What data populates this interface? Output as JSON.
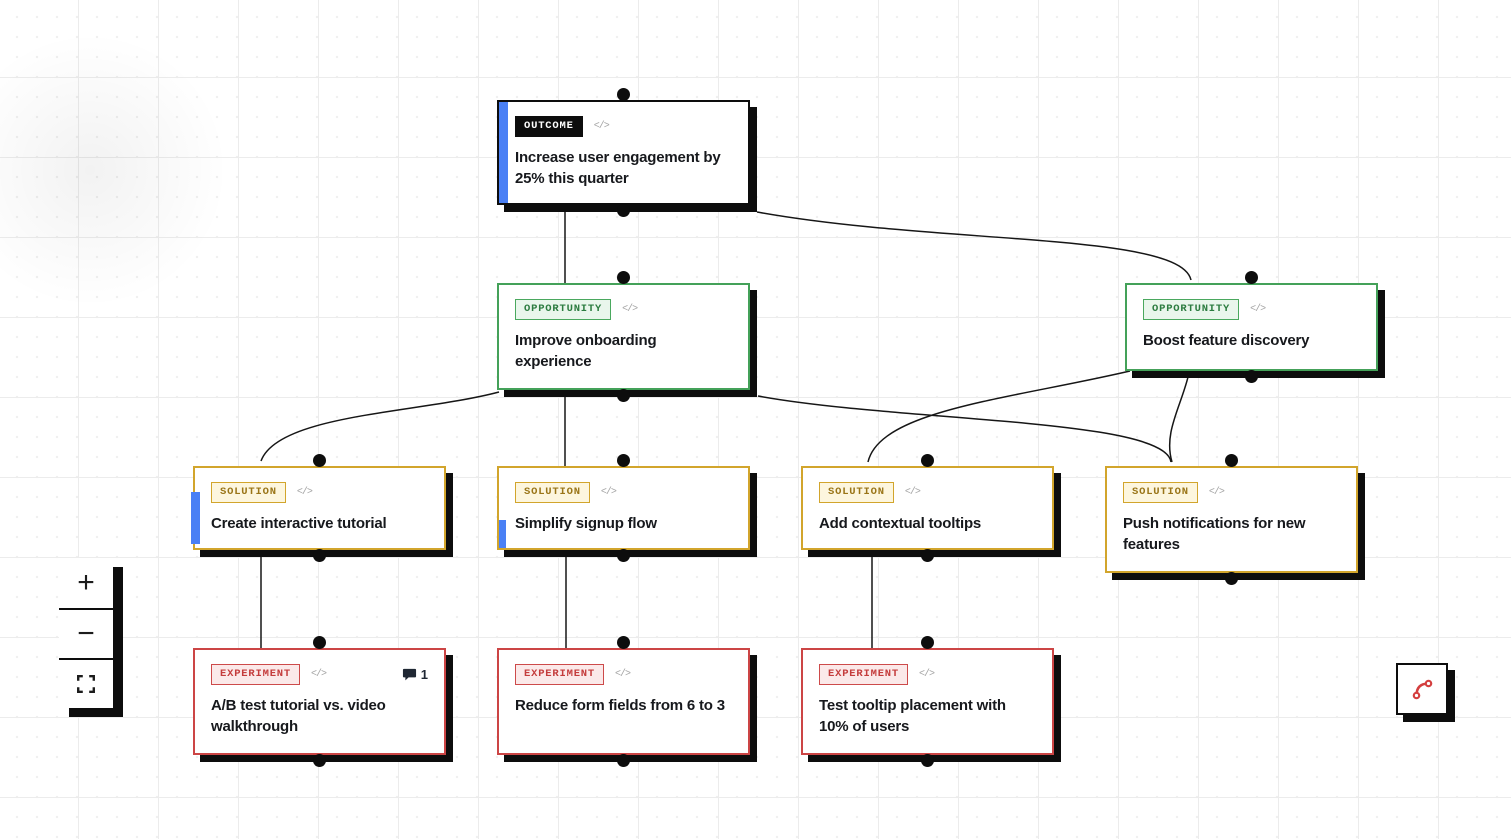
{
  "app": {
    "view": "discovery-tree-canvas"
  },
  "colors": {
    "outcome_border": "#0d0d0d",
    "opportunity_border": "#44a159",
    "solution_border": "#d2a52c",
    "experiment_border": "#cc4545",
    "selection_accent_blue": "#4a80f5",
    "edge_stroke": "#161616",
    "connector_tool_red": "#d43f3f"
  },
  "icons": {
    "code": "</>",
    "comment": "speech-bubble",
    "zoom_fit": "corner-brackets",
    "connector": "curved-arc-with-endpoints"
  },
  "toolbar": {
    "zoom_in": "+",
    "zoom_out": "−"
  },
  "nodes": [
    {
      "id": "outcome-1",
      "badge": "OUTCOME",
      "title": "Increase user engagement by 25% this quarter"
    },
    {
      "id": "opportunity-1",
      "badge": "OPPORTUNITY",
      "title": "Improve onboarding experience"
    },
    {
      "id": "opportunity-2",
      "badge": "OPPORTUNITY",
      "title": "Boost feature discovery"
    },
    {
      "id": "solution-1",
      "badge": "SOLUTION",
      "title": "Create interactive tutorial"
    },
    {
      "id": "solution-2",
      "badge": "SOLUTION",
      "title": "Simplify signup flow"
    },
    {
      "id": "solution-3",
      "badge": "SOLUTION",
      "title": "Add contextual tooltips"
    },
    {
      "id": "solution-4",
      "badge": "SOLUTION",
      "title": "Push notifications for new features"
    },
    {
      "id": "experiment-1",
      "badge": "EXPERIMENT",
      "title": "A/B test tutorial vs. video walkthrough",
      "comment_count": "1"
    },
    {
      "id": "experiment-2",
      "badge": "EXPERIMENT",
      "title": "Reduce form fields from 6 to 3"
    },
    {
      "id": "experiment-3",
      "badge": "EXPERIMENT",
      "title": "Test tooltip placement with 10% of users"
    }
  ]
}
